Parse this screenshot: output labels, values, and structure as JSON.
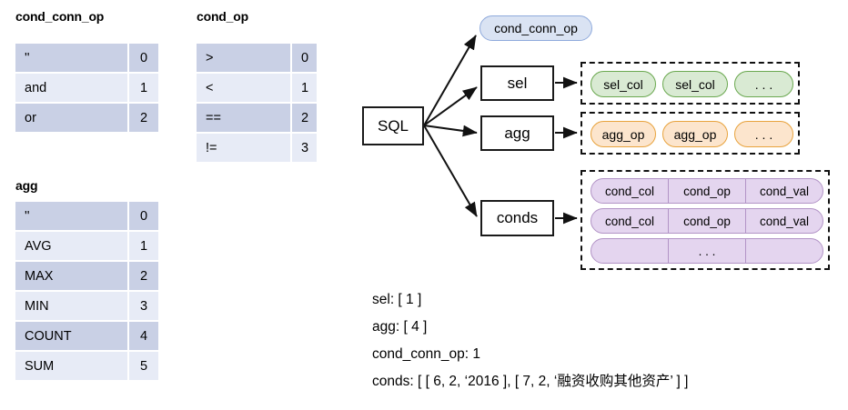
{
  "tables": [
    {
      "title": "cond_conn_op",
      "rows": [
        {
          "key": "''",
          "value": "0"
        },
        {
          "key": "and",
          "value": "1"
        },
        {
          "key": "or",
          "value": "2"
        }
      ]
    },
    {
      "title": "cond_op",
      "rows": [
        {
          "key": ">",
          "value": "0"
        },
        {
          "key": "<",
          "value": "1"
        },
        {
          "key": "==",
          "value": "2"
        },
        {
          "key": "!=",
          "value": "3"
        }
      ]
    },
    {
      "title": "agg",
      "rows": [
        {
          "key": "''",
          "value": "0"
        },
        {
          "key": "AVG",
          "value": "1"
        },
        {
          "key": "MAX",
          "value": "2"
        },
        {
          "key": "MIN",
          "value": "3"
        },
        {
          "key": "COUNT",
          "value": "4"
        },
        {
          "key": "SUM",
          "value": "5"
        }
      ]
    }
  ],
  "diagram": {
    "root": "SQL",
    "cond_conn_op_node": "cond_conn_op",
    "sel_node": "sel",
    "agg_node": "agg",
    "conds_node": "conds",
    "sel_items": [
      "sel_col",
      "sel_col",
      ". . ."
    ],
    "agg_items": [
      "agg_op",
      "agg_op",
      ". . ."
    ],
    "cond_rows": [
      [
        "cond_col",
        "cond_op",
        "cond_val"
      ],
      [
        "cond_col",
        "cond_op",
        "cond_val"
      ],
      [
        "",
        ". . .",
        ""
      ]
    ]
  },
  "caption": {
    "lines": [
      "sel: [ 1 ]",
      "agg: [ 4 ]",
      "cond_conn_op: 1",
      "conds: [ [ 6, 2, ‘2016 ], [ 7, 2, ‘融资收购其他资产’ ] ]"
    ]
  },
  "colors": {
    "table_dark": "#c9d0e5",
    "table_light": "#e7ebf6",
    "pill_blue": "#dae3f3",
    "pill_green": "#d9ead3",
    "pill_orange": "#fce5cd",
    "pill_purple": "#e4d5ef"
  }
}
